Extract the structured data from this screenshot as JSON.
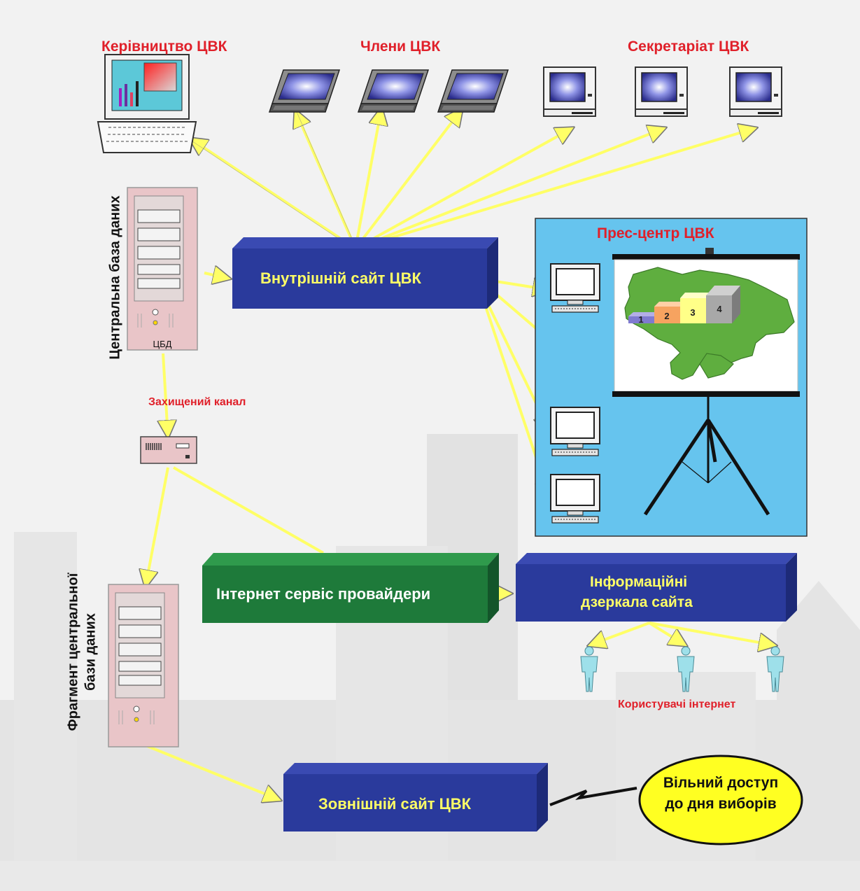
{
  "labels": {
    "leadership": "Керівництво ЦВК",
    "members": "Члени ЦВК",
    "secretariat": "Секретаріат ЦВК",
    "central_db": "Центральна база даних",
    "cbd_short": "ЦБД",
    "internal_site": "Внутрішній  сайт ЦВК",
    "press_center": "Прес-центр ЦВК",
    "secure_channel": "Захищений канал",
    "isp": "Інтернет сервіс провайдери",
    "mirrors_line1": "Інформаційні",
    "mirrors_line2": "дзеркала сайта",
    "internet_users": "Користувачі інтернет",
    "db_fragment_line1": "Фрагмент центральної",
    "db_fragment_line2": "бази даних",
    "external_site": "Зовнішній  сайт ЦВК",
    "free_access_line1": "Вільний доступ",
    "free_access_line2": "до дня виборів"
  },
  "podium_numbers": [
    "1",
    "2",
    "3",
    "4"
  ],
  "colors": {
    "arrow": "#ffff66",
    "box_blue": "#2a3a9c",
    "box_green": "#1e7a3a",
    "press_bg": "#66c4ee",
    "title_red": "#e0202a",
    "ellipse": "#ffff22",
    "server_pink": "#e9c5c8",
    "map_green": "#5fae3f",
    "user_cyan": "#9ee0ea"
  }
}
